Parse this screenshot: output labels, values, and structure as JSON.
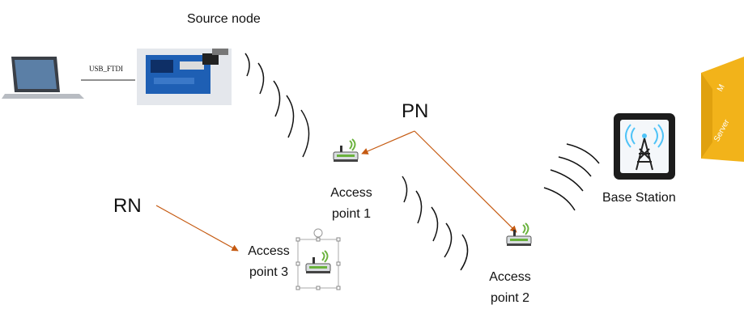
{
  "labels": {
    "source_node": "Source node",
    "usb_link": "USB_FTDI",
    "pn": "PN",
    "rn": "RN",
    "ap1_line1": "Access",
    "ap1_line2": "point 1",
    "ap2_line1": "Access",
    "ap2_line2": "point 2",
    "ap3_line1": "Access",
    "ap3_line2": "point 3",
    "base_station": "Base Station",
    "server_line1": "M",
    "server_line2": "Server"
  },
  "colors": {
    "arrow": "#c55a11",
    "server": "#f2b31a",
    "signal": "#111111",
    "router_green": "#6ab23d",
    "tower_blue": "#4fc3f7"
  },
  "icons": [
    "laptop-icon",
    "board-icon",
    "router-icon",
    "tower-icon",
    "server-icon"
  ]
}
